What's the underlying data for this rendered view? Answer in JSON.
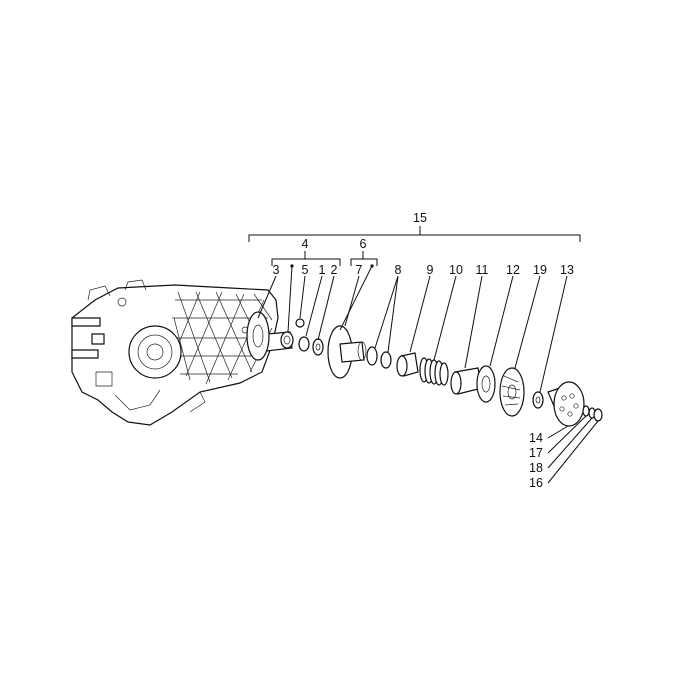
{
  "labels": {
    "l15": "15",
    "l4": "4",
    "l6": "6",
    "l3": "3",
    "l5": "5",
    "l1": "1",
    "l2": "2",
    "l7": "7",
    "l8": "8",
    "l9": "9",
    "l10": "10",
    "l11": "11",
    "l12": "12",
    "l19": "19",
    "l13": "13",
    "l14": "14",
    "l17": "17",
    "l18": "18",
    "l16": "16"
  },
  "parts": [
    {
      "id": "1"
    },
    {
      "id": "2"
    },
    {
      "id": "3"
    },
    {
      "id": "4"
    },
    {
      "id": "5"
    },
    {
      "id": "6"
    },
    {
      "id": "7"
    },
    {
      "id": "8"
    },
    {
      "id": "9"
    },
    {
      "id": "10"
    },
    {
      "id": "11"
    },
    {
      "id": "12"
    },
    {
      "id": "13"
    },
    {
      "id": "14"
    },
    {
      "id": "15"
    },
    {
      "id": "16"
    },
    {
      "id": "17"
    },
    {
      "id": "18"
    },
    {
      "id": "19"
    }
  ]
}
